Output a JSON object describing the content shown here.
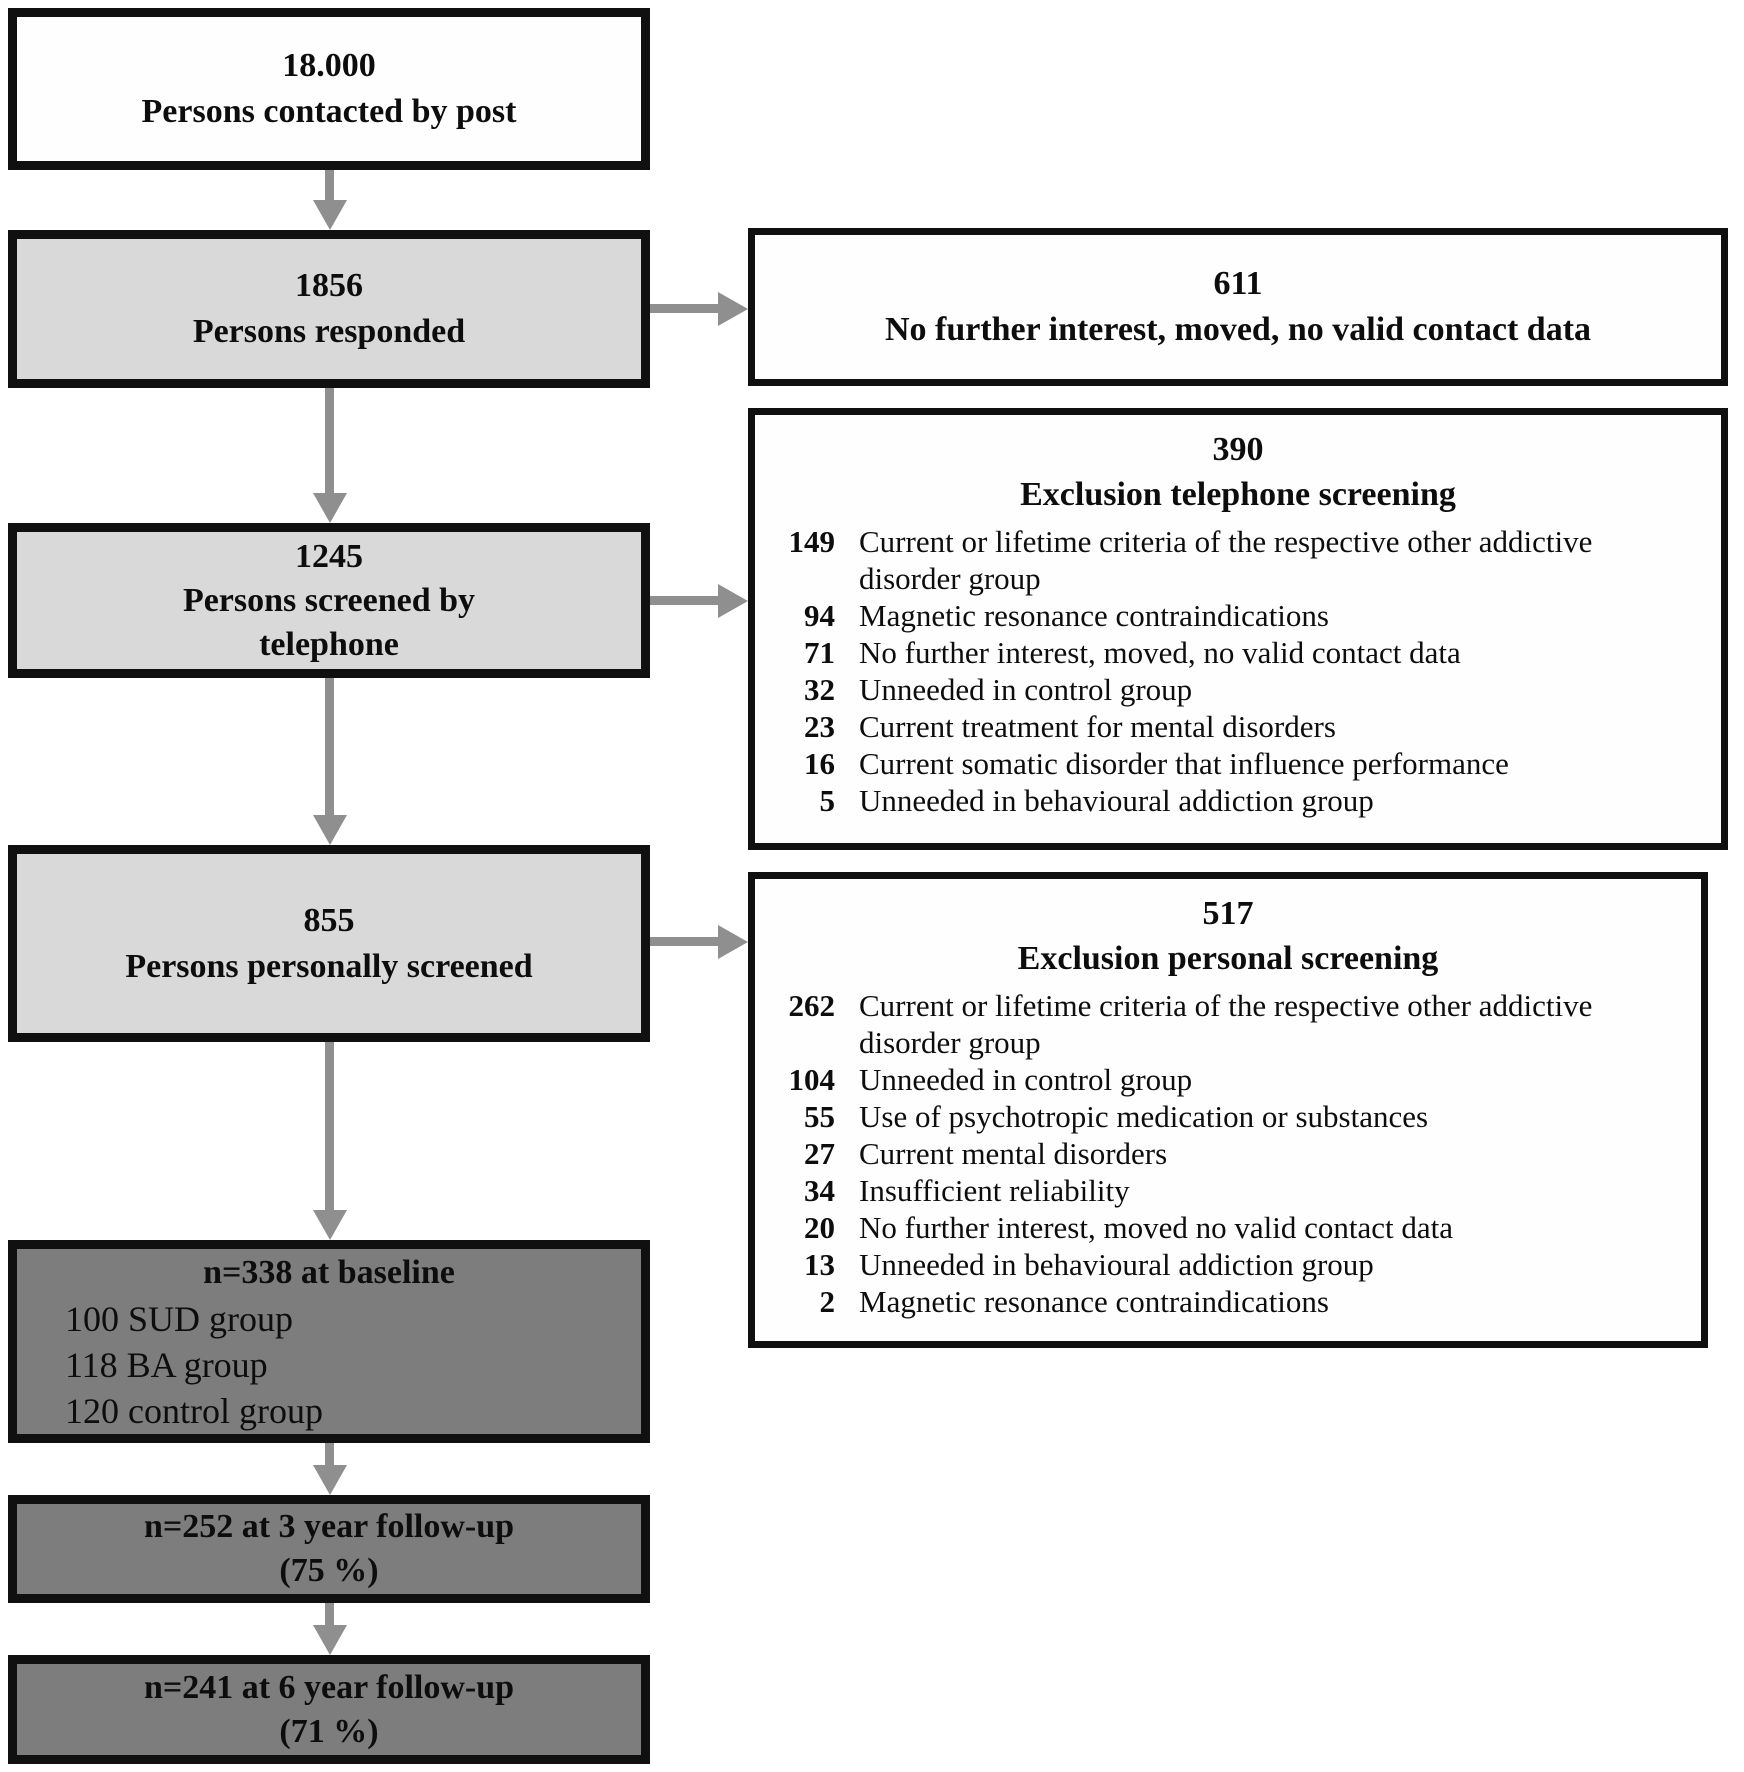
{
  "flow": {
    "contacted": {
      "count": "18.000",
      "label": "Persons contacted by post"
    },
    "responded": {
      "count": "1856",
      "label": "Persons responded"
    },
    "telephone": {
      "count": "1245",
      "label_line1": "Persons screened by",
      "label_line2": "telephone"
    },
    "personal": {
      "count": "855",
      "label": "Persons personally screened"
    },
    "baseline": {
      "title": "n=338 at baseline",
      "groups": [
        "100 SUD group",
        "118 BA group",
        "120 control group"
      ]
    },
    "followup3": {
      "line1": "n=252 at 3 year follow-up",
      "line2": "(75 %)"
    },
    "followup6": {
      "line1": "n=241 at 6 year follow-up",
      "line2": "(71 %)"
    }
  },
  "exclusions": {
    "after_response": {
      "count": "611",
      "label": "No further interest, moved, no valid contact data"
    },
    "telephone_screening": {
      "count": "390",
      "title": "Exclusion telephone screening",
      "items": [
        {
          "n": "149",
          "text": "Current or lifetime criteria of the respective other addictive disorder group"
        },
        {
          "n": "94",
          "text": "Magnetic resonance contraindications"
        },
        {
          "n": "71",
          "text": "No further interest, moved, no valid contact data"
        },
        {
          "n": "32",
          "text": "Unneeded in control group"
        },
        {
          "n": "23",
          "text": "Current treatment for mental disorders"
        },
        {
          "n": "16",
          "text": "Current somatic disorder that influence performance"
        },
        {
          "n": "5",
          "text": "Unneeded in behavioural addiction group"
        }
      ]
    },
    "personal_screening": {
      "count": "517",
      "title": "Exclusion personal screening",
      "items": [
        {
          "n": "262",
          "text": "Current or lifetime criteria of the respective other addictive disorder group"
        },
        {
          "n": "104",
          "text": "Unneeded in control group"
        },
        {
          "n": "55",
          "text": "Use of psychotropic medication or substances"
        },
        {
          "n": "27",
          "text": "Current mental disorders"
        },
        {
          "n": "34",
          "text": "Insufficient reliability"
        },
        {
          "n": "20",
          "text": "No further interest, moved no valid contact data"
        },
        {
          "n": "13",
          "text": "Unneeded in behavioural addiction group"
        },
        {
          "n": "2",
          "text": "Magnetic resonance contraindications"
        }
      ]
    }
  },
  "colors": {
    "box_border": "#101010",
    "light_fill": "#d9d9d9",
    "dark_fill": "#7d7d7d",
    "white_fill": "#fefefe",
    "arrow": "#8f8f8f",
    "text": "#0d0d0d"
  }
}
